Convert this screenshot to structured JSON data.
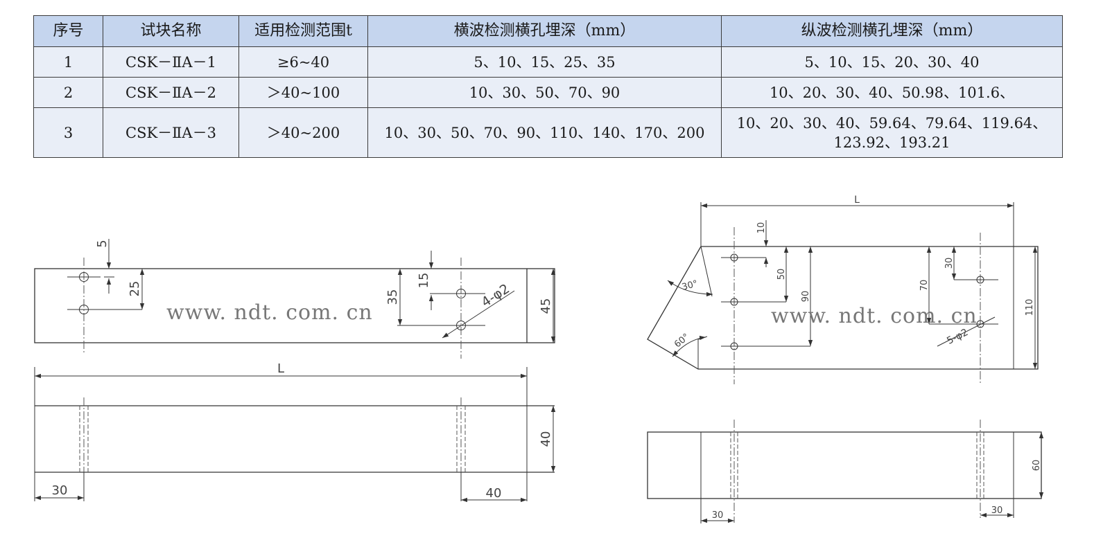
{
  "table": {
    "headers": [
      "序号",
      "试块名称",
      "适用检测范围t",
      "横波检测横孔埋深（mm）",
      "纵波检测横孔埋深（mm）"
    ],
    "rows": [
      [
        "1",
        "CSK－ⅡA－1",
        "≥6~40",
        "5、10、15、25、35",
        "5、10、15、20、30、40"
      ],
      [
        "2",
        "CSK－ⅡA－2",
        "＞40~100",
        "10、30、50、70、90",
        "10、20、30、40、50.98、101.6、"
      ],
      [
        "3",
        "CSK－ⅡA－3",
        "＞40~200",
        "10、30、50、70、90、110、140、170、200",
        "10、20、30、40、59.64、79.64、119.64、123.92、193.21"
      ]
    ]
  },
  "drawing_left": {
    "watermark": "www. ndt. com. cn",
    "front": {
      "dims": [
        "5",
        "25",
        "35",
        "15",
        "45"
      ],
      "hole_note": "4-φ2"
    },
    "bottom": {
      "length": "L",
      "dims": [
        "40",
        "30",
        "40"
      ]
    }
  },
  "drawing_right": {
    "watermark": "www. ndt. com. cn",
    "front": {
      "length": "L",
      "dims": [
        "10",
        "50",
        "90",
        "30",
        "70",
        "110"
      ],
      "angles": [
        "30°",
        "60°"
      ],
      "hole_note": "5-φ2"
    },
    "bottom": {
      "dims": [
        "60",
        "30",
        "30"
      ]
    }
  }
}
